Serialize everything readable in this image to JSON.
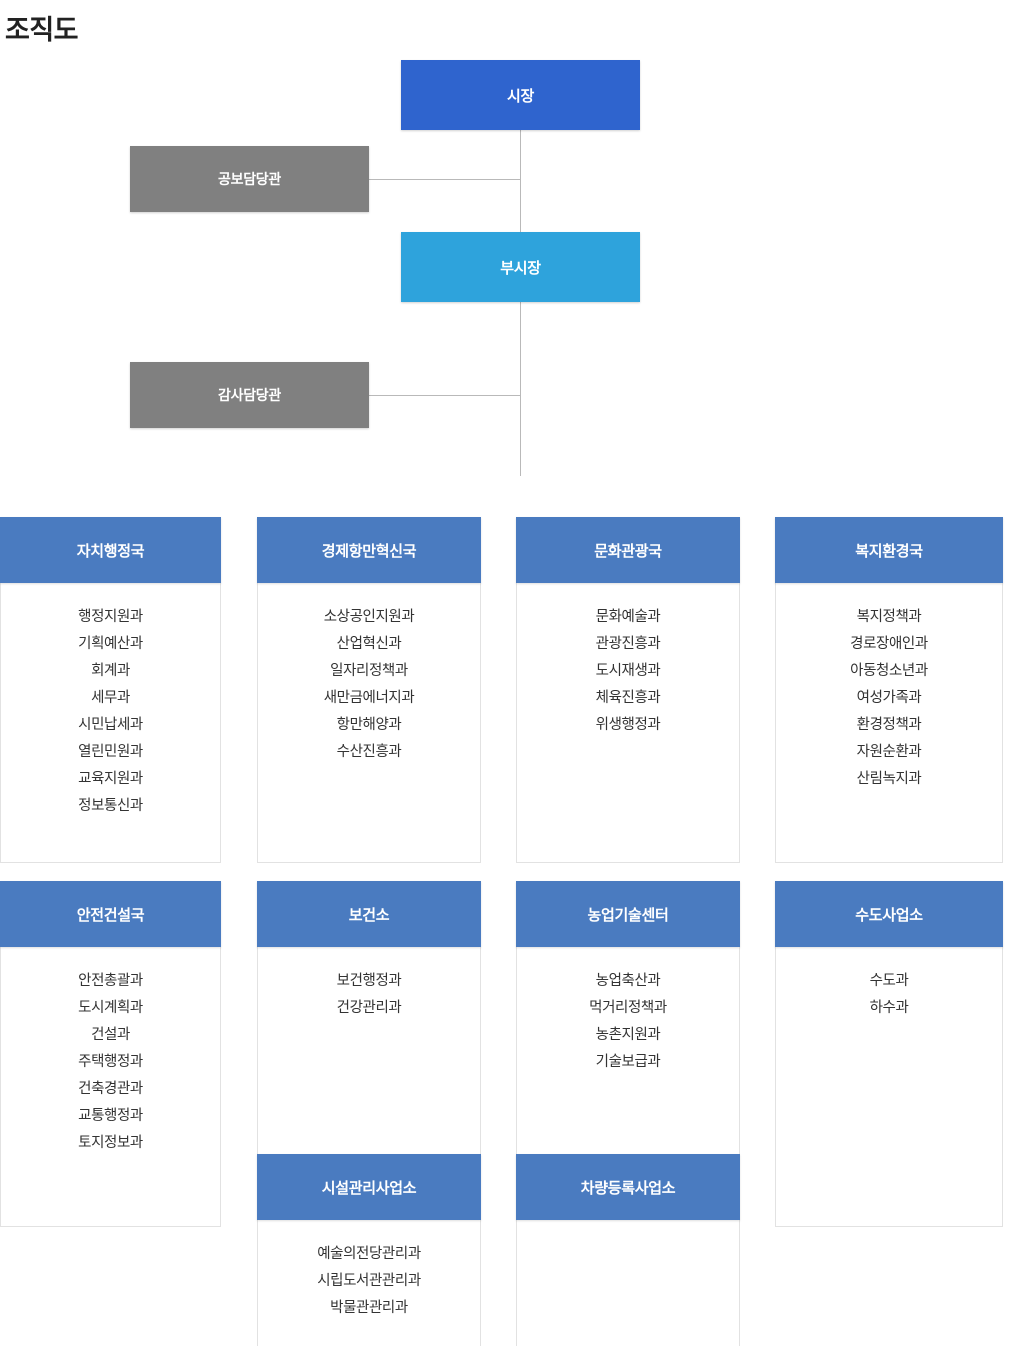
{
  "page": {
    "title": "조직도"
  },
  "colors": {
    "mayor_box": "#2F64CE",
    "vice_mayor_box": "#2EA3DC",
    "staff_box": "#808080",
    "department_header": "#4A7BC0",
    "connector_line": "#b9b9b9",
    "card_border": "#e2e2e2",
    "body_text": "#333333"
  },
  "executive": {
    "mayor": "시장",
    "vice_mayor": "부시장",
    "staff_offices": [
      {
        "label": "공보담당관",
        "reports_to": "시장"
      },
      {
        "label": "감사담당관",
        "reports_to": "부시장"
      }
    ]
  },
  "departments": [
    {
      "name": "자치행정국",
      "divisions": [
        "행정지원과",
        "기획예산과",
        "회계과",
        "세무과",
        "시민납세과",
        "열린민원과",
        "교육지원과",
        "정보통신과"
      ]
    },
    {
      "name": "경제항만혁신국",
      "divisions": [
        "소상공인지원과",
        "산업혁신과",
        "일자리정책과",
        "새만금에너지과",
        "항만해양과",
        "수산진흥과"
      ]
    },
    {
      "name": "문화관광국",
      "divisions": [
        "문화예술과",
        "관광진흥과",
        "도시재생과",
        "체육진흥과",
        "위생행정과"
      ]
    },
    {
      "name": "복지환경국",
      "divisions": [
        "복지정책과",
        "경로장애인과",
        "아동청소년과",
        "여성가족과",
        "환경정책과",
        "자원순환과",
        "산림녹지과"
      ]
    },
    {
      "name": "안전건설국",
      "divisions": [
        "안전총괄과",
        "도시계획과",
        "건설과",
        "주택행정과",
        "건축경관과",
        "교통행정과",
        "토지정보과"
      ]
    },
    {
      "name": "보건소",
      "divisions": [
        "보건행정과",
        "건강관리과"
      ]
    },
    {
      "name": "농업기술센터",
      "divisions": [
        "농업축산과",
        "먹거리정책과",
        "농촌지원과",
        "기술보급과"
      ]
    },
    {
      "name": "수도사업소",
      "divisions": [
        "수도과",
        "하수과"
      ]
    },
    {
      "name": "시설관리사업소",
      "divisions": [
        "예술의전당관리과",
        "시립도서관관리과",
        "박물관관리과"
      ]
    },
    {
      "name": "차량등록사업소",
      "divisions": []
    }
  ]
}
